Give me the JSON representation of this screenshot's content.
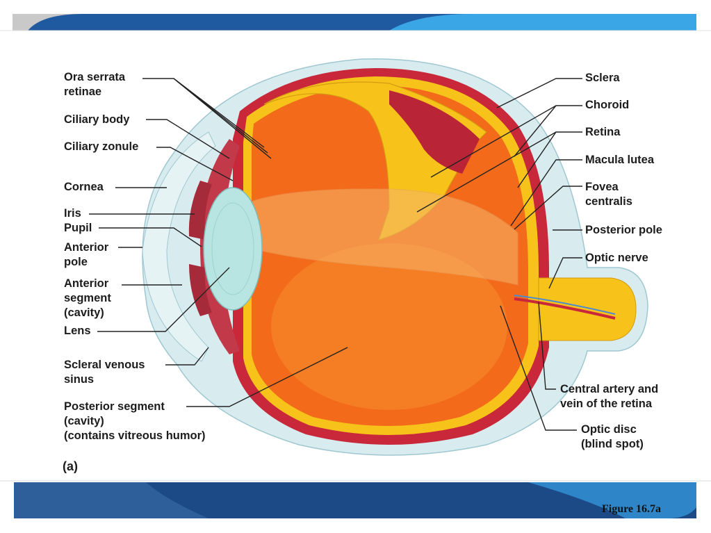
{
  "labels": {
    "ora_serrata": "Ora serrata\nretinae",
    "ciliary_body": "Ciliary body",
    "ciliary_zonule": "Ciliary zonule",
    "cornea": "Cornea",
    "iris": "Iris",
    "pupil": "Pupil",
    "anterior_pole": "Anterior\npole",
    "anterior_segment": "Anterior\nsegment\n(cavity)",
    "lens": "Lens",
    "scleral_venous_sinus": "Scleral venous\nsinus",
    "posterior_segment": "Posterior segment\n(cavity)\n(contains vitreous humor)",
    "sclera": "Sclera",
    "choroid": "Choroid",
    "retina": "Retina",
    "macula_lutea": "Macula lutea",
    "fovea_centralis": "Fovea\ncentralis",
    "posterior_pole": "Posterior pole",
    "optic_nerve": "Optic nerve",
    "central_artery": "Central artery and\nvein of the retina",
    "optic_disc": "Optic disc\n(blind spot)"
  },
  "panel_label": "(a)",
  "figure_caption": "Figure 16.7a",
  "colors": {
    "sclera": "#d8ecf0",
    "retina_orange": "#f26a1a",
    "choroid_red": "#c8283a",
    "retina_yellow": "#f7c31b",
    "lens": "#b8e4e2",
    "bar_blue": "#1a4a86",
    "bar_light_blue": "#3aa0e0"
  }
}
